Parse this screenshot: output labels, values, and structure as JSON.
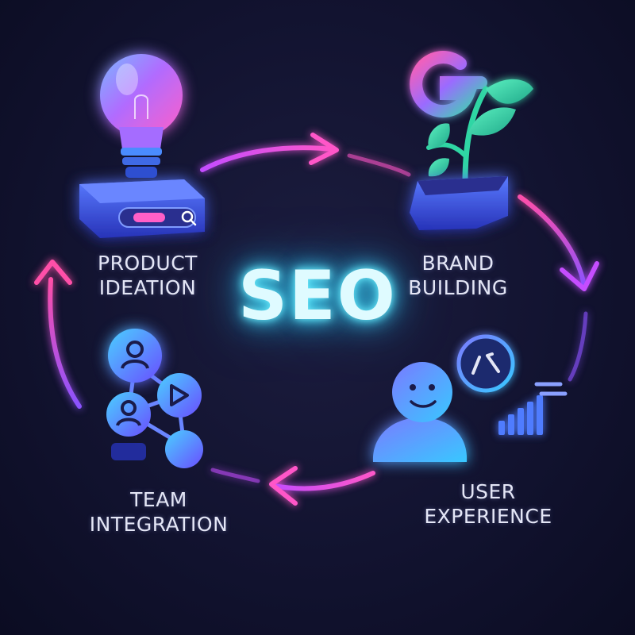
{
  "center": {
    "title": "SEO"
  },
  "nodes": [
    {
      "id": "product-ideation",
      "line1": "PRODUCT",
      "line2": "IDEATION",
      "icon": "lightbulb-search-icon"
    },
    {
      "id": "brand-building",
      "line1": "BRAND",
      "line2": "BUILDING",
      "icon": "google-plant-icon"
    },
    {
      "id": "user-experience",
      "line1": "USER",
      "line2": "EXPERIENCE",
      "icon": "user-analytics-icon"
    },
    {
      "id": "team-integration",
      "line1": "TEAM",
      "line2": "INTEGRATION",
      "icon": "team-network-icon"
    }
  ],
  "colors": {
    "background": "#121330",
    "seo_glow": "#3fd6f5",
    "arrow_pink": "#ff4fd8",
    "arrow_violet": "#9b5cff",
    "icon_blue": "#3f5cf0"
  }
}
